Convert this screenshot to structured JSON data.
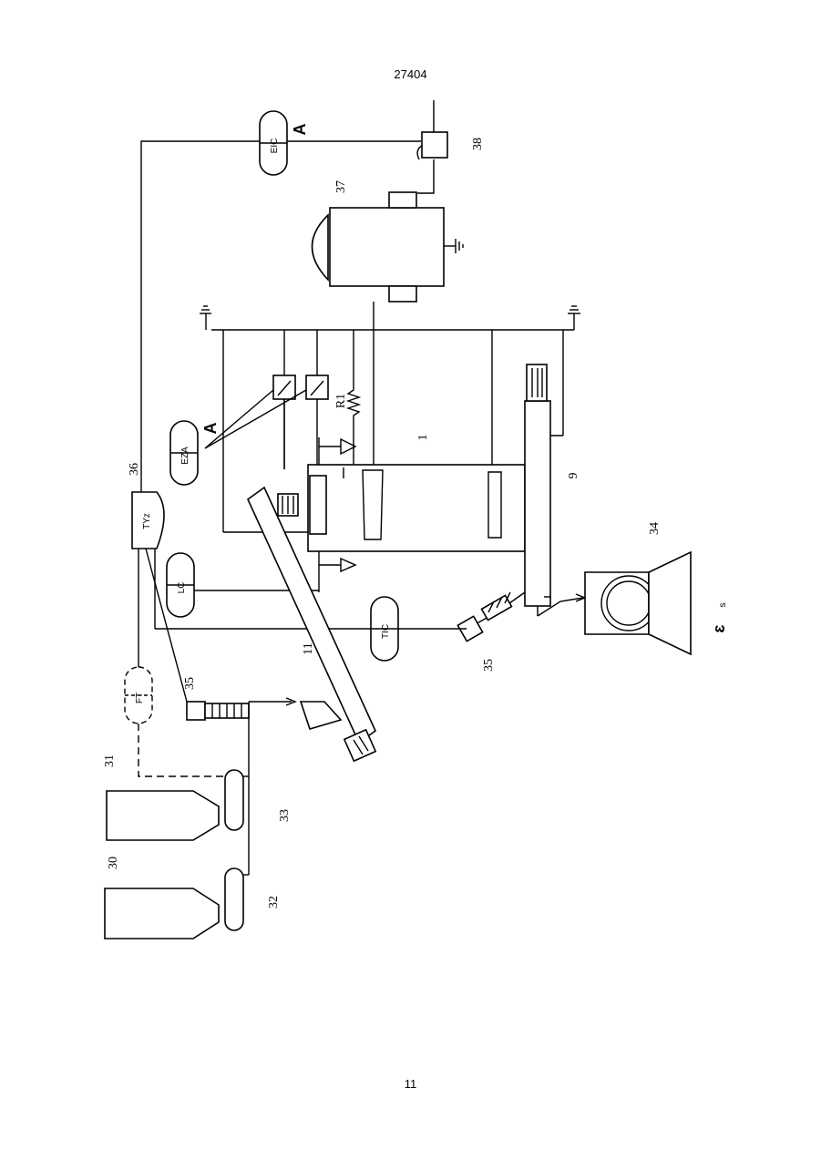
{
  "header": {
    "doc_number": "27404"
  },
  "footer": {
    "page_number": "11"
  },
  "diagram": {
    "numbers": {
      "n1": "1",
      "n9": "9",
      "n11": "11",
      "n30": "30",
      "n31": "31",
      "n32": "32",
      "n33": "33",
      "n34": "34",
      "n35a": "35",
      "n35b": "35",
      "n36": "36",
      "n37": "37",
      "n38": "38",
      "r1": "R1"
    },
    "instruments": {
      "eic": "EIC",
      "eza": "EZA",
      "lc": "LC",
      "tic": "TIC",
      "tyz": "TYz",
      "ft": "FT"
    },
    "markers": {
      "a_top": "A",
      "a_mid": "A",
      "s_letter": "s",
      "three_symbol": "ɛ"
    }
  }
}
